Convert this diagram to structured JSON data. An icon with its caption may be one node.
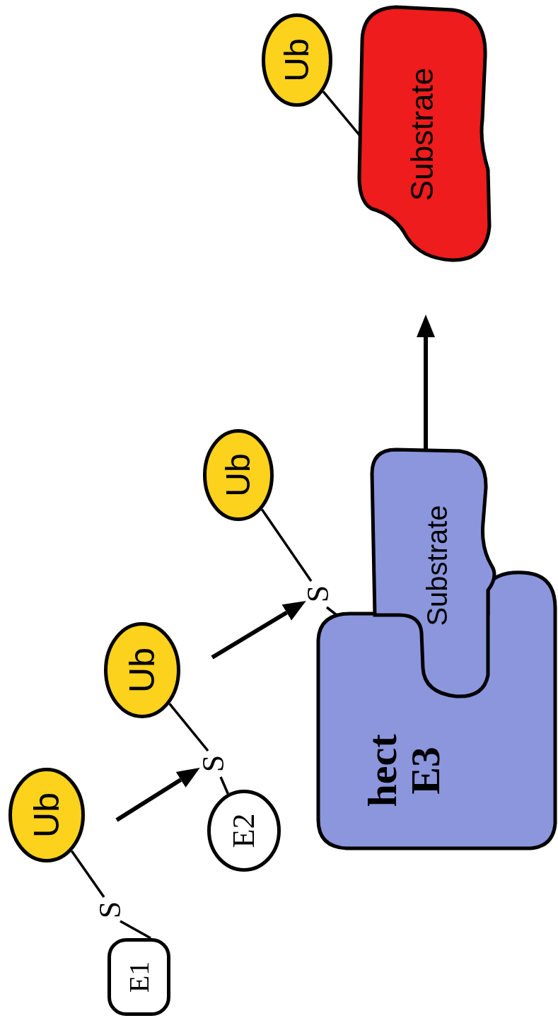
{
  "diagram": {
    "nodes": [
      {
        "text": [
          "E1"
        ]
      },
      {
        "text": [
          "S"
        ]
      },
      {
        "text": [
          "Ub"
        ]
      },
      {
        "text": [
          "E2"
        ]
      },
      {
        "text": [
          "S"
        ]
      },
      {
        "text": [
          "Ub"
        ]
      },
      {
        "text": [
          "hect",
          "E3"
        ]
      },
      {
        "text": [
          "Substrate"
        ]
      },
      {
        "text": [
          "S"
        ]
      },
      {
        "text": [
          "Ub"
        ]
      },
      {
        "text": [
          "Substrate"
        ]
      },
      {
        "text": [
          "Ub"
        ]
      }
    ],
    "edges": [
      {
        "from": 0,
        "to": 1,
        "arrow": "none"
      },
      {
        "from": 1,
        "to": 2,
        "arrow": "none"
      },
      {
        "from": null,
        "to": 4,
        "arrow": "to"
      },
      {
        "from": 3,
        "to": 4,
        "arrow": "none"
      },
      {
        "from": 4,
        "to": 5,
        "arrow": "none"
      },
      {
        "from": null,
        "to": 8,
        "arrow": "to"
      },
      {
        "from": 6,
        "to": 8,
        "arrow": "none"
      },
      {
        "from": 8,
        "to": 9,
        "arrow": "none"
      },
      {
        "from": 7,
        "to": null,
        "arrow": "to"
      },
      {
        "from": 11,
        "to": 10,
        "arrow": "none"
      }
    ]
  }
}
